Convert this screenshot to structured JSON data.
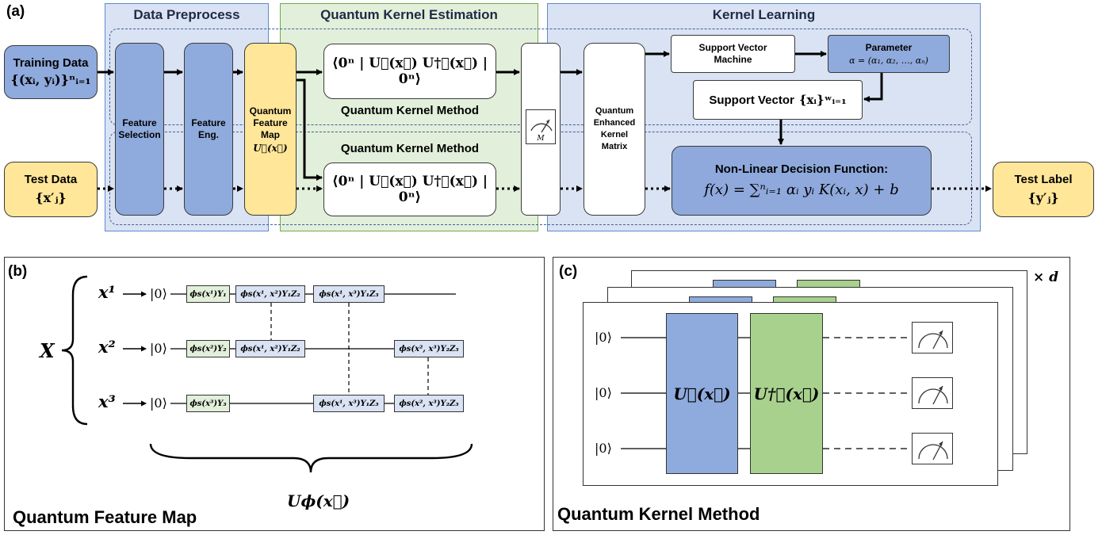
{
  "panel_a": {
    "label": "(a)",
    "sections": {
      "data_preprocess": "Data Preprocess",
      "quantum_kernel_estimation": "Quantum Kernel Estimation",
      "kernel_learning": "Kernel Learning"
    },
    "training_data": {
      "title": "Training Data",
      "math": "{(xᵢ, yᵢ)}ⁿᵢ₌₁"
    },
    "test_data": {
      "title": "Test Data",
      "math": "{x′ⱼ}"
    },
    "feature_selection": "Feature Selection",
    "feature_eng": "Feature Eng.",
    "quantum_feature_map": {
      "title": "Quantum Feature Map",
      "math": "U∅(x⃗)"
    },
    "kernel_expr_top": "⟨0ⁿ | U∅(x⃗) U†∅(x⃗) | 0ⁿ⟩",
    "kernel_expr_bottom": "⟨0ⁿ | U∅(x⃗) U†∅(x⃗) | 0ⁿ⟩",
    "qkm_label_top": "Quantum Kernel Method",
    "qkm_label_bottom": "Quantum Kernel Method",
    "meter_label": "M",
    "kernel_matrix": "Quantum Enhanced Kernel Matrix",
    "svm": "Support Vector Machine",
    "parameter": {
      "title": "Parameter",
      "math": "α = (α₁, α₂, …, αₙ)"
    },
    "support_vector": {
      "title": "Support Vector",
      "math": "{xᵢ}ʷᵢ₌₁"
    },
    "decision_function": {
      "title": "Non-Linear Decision Function:",
      "math": "f(x) = ∑ⁿᵢ₌₁ αᵢ yᵢ K(xᵢ, x) + b"
    },
    "test_label": {
      "title": "Test Label",
      "math": "{y′ⱼ}"
    }
  },
  "panel_b": {
    "label": "(b)",
    "register_label": "X",
    "inputs": [
      "x¹",
      "x²",
      "x³"
    ],
    "ket": "|0⟩",
    "gates": {
      "g1": "ϕs(x¹)Y₁",
      "g2": "ϕs(x¹, x²)Y₁Z₂",
      "g3": "ϕs(x¹, x³)Y₁Z₃",
      "g4": "ϕs(x²)Y₂",
      "g5": "ϕs(x¹, x²)Y₁Z₂",
      "g6": "ϕs(x², x³)Y₂Z₃",
      "g7": "ϕs(x³)Y₃",
      "g8": "ϕs(x¹, x³)Y₁Z₃",
      "g9": "ϕs(x², x³)Y₂Z₃"
    },
    "brace_label": "Uϕ(x⃗)",
    "caption": "Quantum Feature Map"
  },
  "panel_c": {
    "label": "(c)",
    "repeat": "× d",
    "ket": "|0⟩",
    "u_gate": "U∅(x⃗)",
    "u_dagger_gate": "U†∅(x⃗)",
    "caption": "Quantum Kernel Method"
  },
  "colors": {
    "blue_box": "#8faadc",
    "yellow_box": "#ffe699",
    "green_section": "#e2efda",
    "blue_section": "#dae3f3",
    "green_gate": "#a9d18e"
  }
}
